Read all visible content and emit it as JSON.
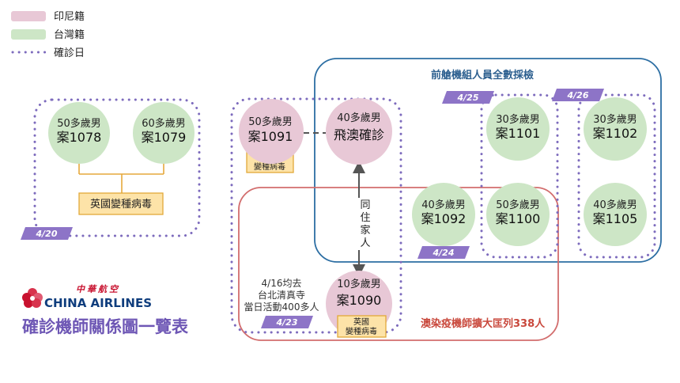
{
  "legend": {
    "indonesian": "印尼籍",
    "taiwanese": "台灣籍",
    "confirm_date": "確診日"
  },
  "colors": {
    "indonesian": "#e8c8d6",
    "taiwanese": "#cde6c6",
    "dots": "#7d6bbd",
    "date_tag": "#8d74c7",
    "blue_box": "#2c6ea3",
    "red_box": "#d26d6d",
    "red_text": "#c9483c",
    "blue_text": "#2c5f8f",
    "tag_fill": "#fde3a8",
    "tag_border": "#e2a93a",
    "brand_red": "#c8112e",
    "brand_blue": "#0f3d7d",
    "title": "#6e57b5"
  },
  "groups": {
    "blue_label": "前艙機組人員全數採檢",
    "red_label": "澳染疫機師擴大匡列338人"
  },
  "dates": {
    "d420": "4/20",
    "d423": "4/23",
    "d424": "4/24",
    "d425": "4/25",
    "d426": "4/26"
  },
  "cases": {
    "c1078": {
      "age": "50多歲男",
      "id": "案1078"
    },
    "c1079": {
      "age": "60多歲男",
      "id": "案1079"
    },
    "c1091": {
      "age": "50多歲男",
      "id": "案1091"
    },
    "aus": {
      "age": "40多歲男",
      "id": "飛澳確診"
    },
    "c1090": {
      "age": "10多歲男",
      "id": "案1090"
    },
    "c1092": {
      "age": "40多歲男",
      "id": "案1092"
    },
    "c1101": {
      "age": "30多歲男",
      "id": "案1101"
    },
    "c1100": {
      "age": "50多歲男",
      "id": "案1100"
    },
    "c1102": {
      "age": "30多歲男",
      "id": "案1102"
    },
    "c1105": {
      "age": "40多歲男",
      "id": "案1105"
    }
  },
  "variant": {
    "big": "英國變種病毒",
    "small_line1": "英國",
    "small_line2": "變種病毒"
  },
  "cohabit": [
    "同",
    "住",
    "家",
    "人"
  ],
  "mosque_note": [
    "4/16均去",
    "台北清真寺",
    "當日活動400多人"
  ],
  "brand": {
    "chinese": "中華航空",
    "english": "CHINA AIRLINES"
  },
  "title": "確診機師關係圖一覽表"
}
